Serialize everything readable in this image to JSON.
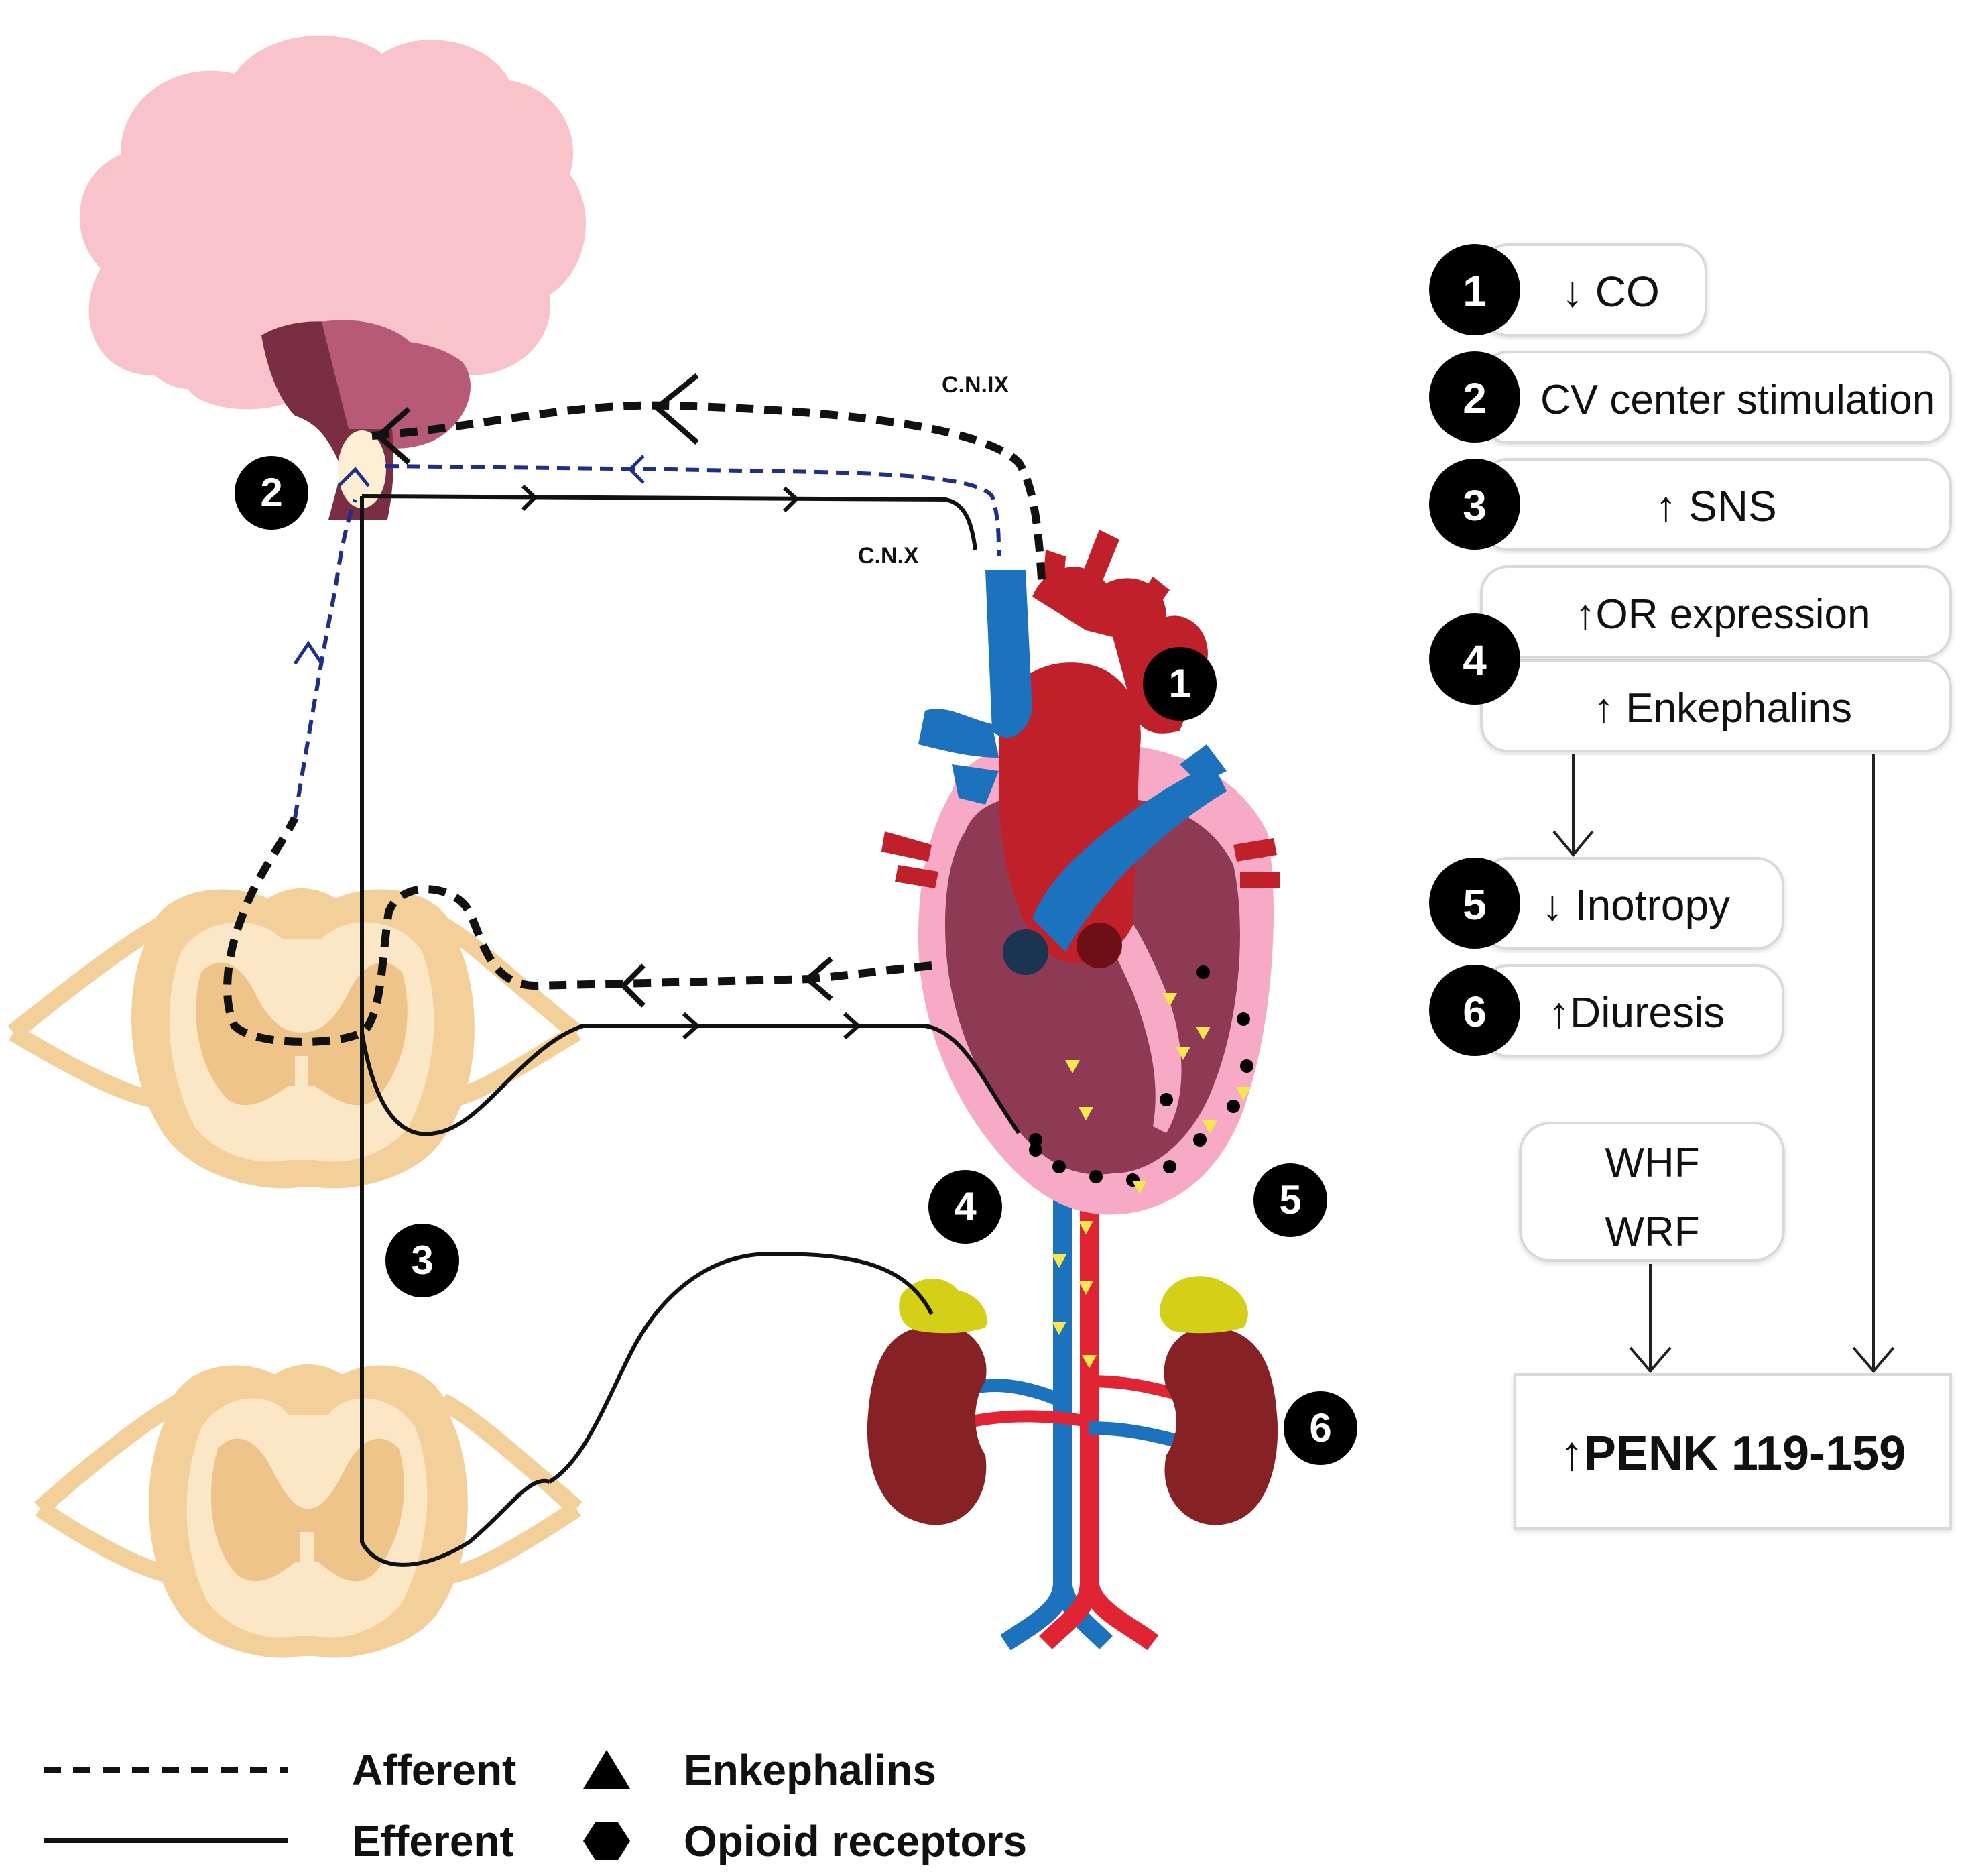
{
  "colors": {
    "brain": "#f9c4c9",
    "brainstem_dark": "#7a2e43",
    "brainstem_mid": "#b75a78",
    "medulla": "#fcefd3",
    "spine_outer": "#f3cf9a",
    "spine_white": "#fbe6c6",
    "spine_gray": "#efc48a",
    "heart_red": "#c0202a",
    "heart_dark": "#8e3a55",
    "pericardium": "#f6aac5",
    "vein_blue": "#1c72bd",
    "artery_red": "#e02434",
    "kidney": "#862226",
    "adrenal": "#d4cf17",
    "enkephalin_yellow": "#f3e84d",
    "afferent_blue": "#1f2f86",
    "path_black": "#111111",
    "box_border": "#d9d9d9"
  },
  "nerve_labels": {
    "cn9": "C.N.IX",
    "cn10": "C.N.X"
  },
  "diagram_markers": [
    {
      "num": "1",
      "target": "heart"
    },
    {
      "num": "2",
      "target": "cv-center"
    },
    {
      "num": "3",
      "target": "sympathetic-chain"
    },
    {
      "num": "4",
      "target": "adrenal"
    },
    {
      "num": "5",
      "target": "myocardium"
    },
    {
      "num": "6",
      "target": "kidney"
    }
  ],
  "steps": [
    {
      "num": "1",
      "arrow": "↓",
      "text": "CO"
    },
    {
      "num": "2",
      "arrow": "",
      "text": "CV center stimulation"
    },
    {
      "num": "3",
      "arrow": "↑",
      "text": "SNS"
    },
    {
      "num": "4",
      "arrow": "↑",
      "text": "OR expression"
    },
    {
      "num": "4b",
      "arrow": "↑",
      "text": "Enkephalins"
    },
    {
      "num": "5",
      "arrow": "↓",
      "text": "Inotropy"
    },
    {
      "num": "6",
      "arrow": "↑",
      "text": "Diuresis"
    }
  ],
  "step4_badge": "4",
  "conditions": {
    "line1": "WHF",
    "line2": "WRF"
  },
  "result": {
    "arrow": "↑",
    "text": "PENK 119-159"
  },
  "legend": {
    "afferent": "Afferent",
    "efferent": "Efferent",
    "enkephalins": "Enkephalins",
    "opioid_receptors": "Opioid receptors"
  }
}
